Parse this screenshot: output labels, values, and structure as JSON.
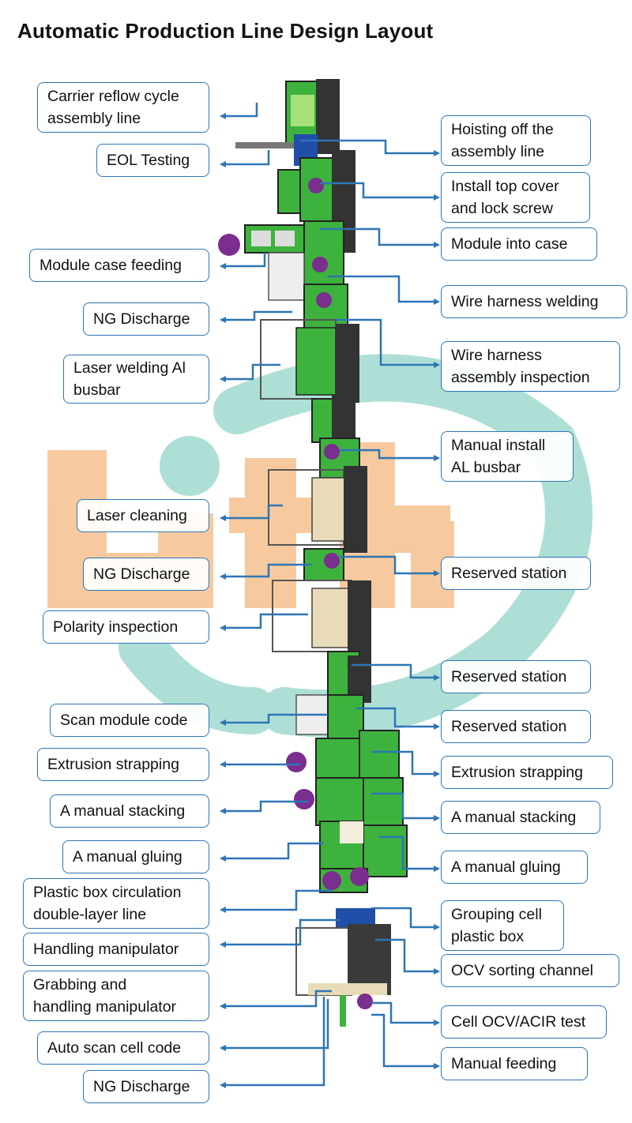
{
  "title": "Automatic Production Line Design Layout",
  "watermark": "Lith",
  "colors": {
    "arrow": "#2E75B6",
    "label_border": "#2E75B6",
    "station_green": "#3DB33D",
    "frame_dark": "#3a3a3a",
    "watermark_orange": "#F0A050",
    "watermark_teal": "#6CC5B5"
  },
  "left_labels": [
    {
      "id": "carrier-reflow",
      "text": "Carrier reflow cycle\nassembly line"
    },
    {
      "id": "eol-testing",
      "text": "EOL Testing"
    },
    {
      "id": "module-case-feeding",
      "text": "Module case feeding"
    },
    {
      "id": "ng-discharge-1",
      "text": "NG Discharge"
    },
    {
      "id": "laser-welding",
      "text": "Laser welding Al\nbusbar"
    },
    {
      "id": "laser-cleaning",
      "text": "Laser cleaning"
    },
    {
      "id": "ng-discharge-2",
      "text": "NG Discharge"
    },
    {
      "id": "polarity-inspection",
      "text": "Polarity inspection"
    },
    {
      "id": "scan-module-code",
      "text": "Scan module code"
    },
    {
      "id": "extrusion-strapping-left",
      "text": "Extrusion strapping"
    },
    {
      "id": "manual-stacking-left",
      "text": "A manual stacking"
    },
    {
      "id": "manual-gluing-left",
      "text": "A manual gluing"
    },
    {
      "id": "plastic-box-circulation",
      "text": "Plastic box circulation\ndouble-layer line"
    },
    {
      "id": "handling-manipulator",
      "text": "Handling manipulator"
    },
    {
      "id": "grabbing-manipulator",
      "text": "Grabbing and\nhandling manipulator"
    },
    {
      "id": "auto-scan-cell-code",
      "text": "Auto scan cell code"
    },
    {
      "id": "ng-discharge-3",
      "text": "NG Discharge"
    }
  ],
  "right_labels": [
    {
      "id": "hoisting-off",
      "text": "Hoisting off the\nassembly line"
    },
    {
      "id": "install-top-cover",
      "text": "Install top cover\nand lock screw"
    },
    {
      "id": "module-into-case",
      "text": "Module into case"
    },
    {
      "id": "wire-harness-welding",
      "text": "Wire harness welding"
    },
    {
      "id": "wire-harness-inspection",
      "text": "Wire harness\nassembly inspection"
    },
    {
      "id": "manual-install-busbar",
      "text": "Manual install\nAL busbar"
    },
    {
      "id": "reserved-station-1",
      "text": "Reserved station"
    },
    {
      "id": "reserved-station-2",
      "text": "Reserved station"
    },
    {
      "id": "reserved-station-3",
      "text": "Reserved station"
    },
    {
      "id": "extrusion-strapping-right",
      "text": "Extrusion strapping"
    },
    {
      "id": "manual-stacking-right",
      "text": "A manual stacking"
    },
    {
      "id": "manual-gluing-right",
      "text": "A manual gluing"
    },
    {
      "id": "grouping-cell",
      "text": "Grouping cell\nplastic box"
    },
    {
      "id": "ocv-sorting",
      "text": "OCV sorting channel"
    },
    {
      "id": "cell-ocv-test",
      "text": "Cell OCV/ACIR test"
    },
    {
      "id": "manual-feeding",
      "text": "Manual feeding"
    }
  ]
}
